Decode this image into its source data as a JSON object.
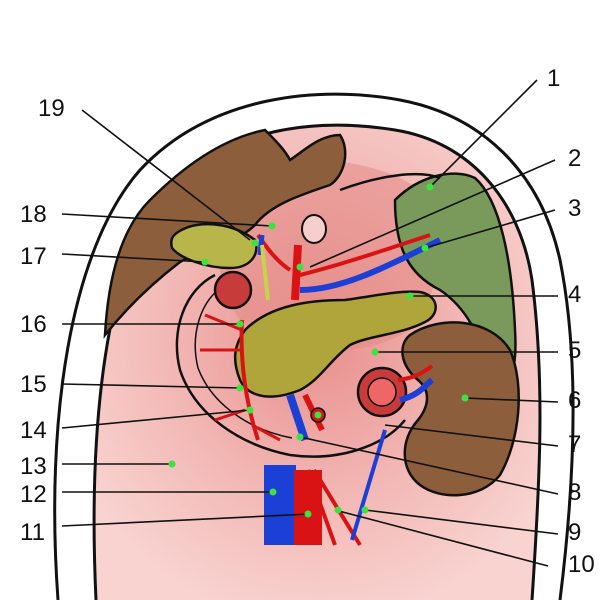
{
  "diagram": {
    "labels": [
      "1",
      "2",
      "3",
      "4",
      "5",
      "6",
      "7",
      "8",
      "9",
      "10",
      "11",
      "12",
      "13",
      "14",
      "15",
      "16",
      "17",
      "18",
      "19"
    ]
  },
  "colors": {
    "outline": "#111111",
    "liver": "#8c5e3c",
    "gallbladder": "#b8b54a",
    "pancreas": "#b0a53a",
    "spleen": "#7a9a5c",
    "kidney": "#8c5e3c",
    "peritoneum": "#efb3b0",
    "artery": "#d91313",
    "vein": "#1c3fd6",
    "marker": "#3ee23e"
  }
}
